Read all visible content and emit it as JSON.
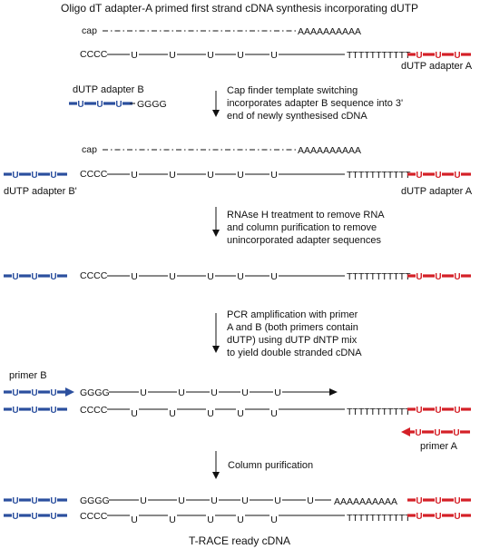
{
  "colors": {
    "adapter_blue": "#2b4f9e",
    "adapter_red": "#d42027",
    "ink": "#111111"
  },
  "title": "Oligo dT adapter-A primed first strand cDNA synthesis incorporating dUTP",
  "seq": {
    "cap": "cap",
    "polyA": "AAAAAAAAAA",
    "polyT": "TTTTTTTTTTT",
    "cccc": "CCCC",
    "gggg": "GGGG",
    "u": "U"
  },
  "labels": {
    "adapter_a": "dUTP adapter A",
    "adapter_b": "dUTP adapter B",
    "adapter_b_prime": "dUTP adapter B'",
    "primer_a": "primer A",
    "primer_b": "primer B"
  },
  "steps": {
    "step1": [
      "Cap finder template switching",
      "incorporates adapter B sequence into 3'",
      "end of newly synthesised cDNA"
    ],
    "step2": [
      "RNAse H treatment to remove RNA",
      "and column purification to remove",
      "unincorporated adapter sequences"
    ],
    "step3": [
      "PCR amplification with primer",
      "A and B (both primers contain",
      "dUTP)  using dUTP dNTP mix",
      "to yield double stranded cDNA"
    ],
    "step4": [
      "Column purification"
    ]
  },
  "footer": "T-RACE ready cDNA"
}
